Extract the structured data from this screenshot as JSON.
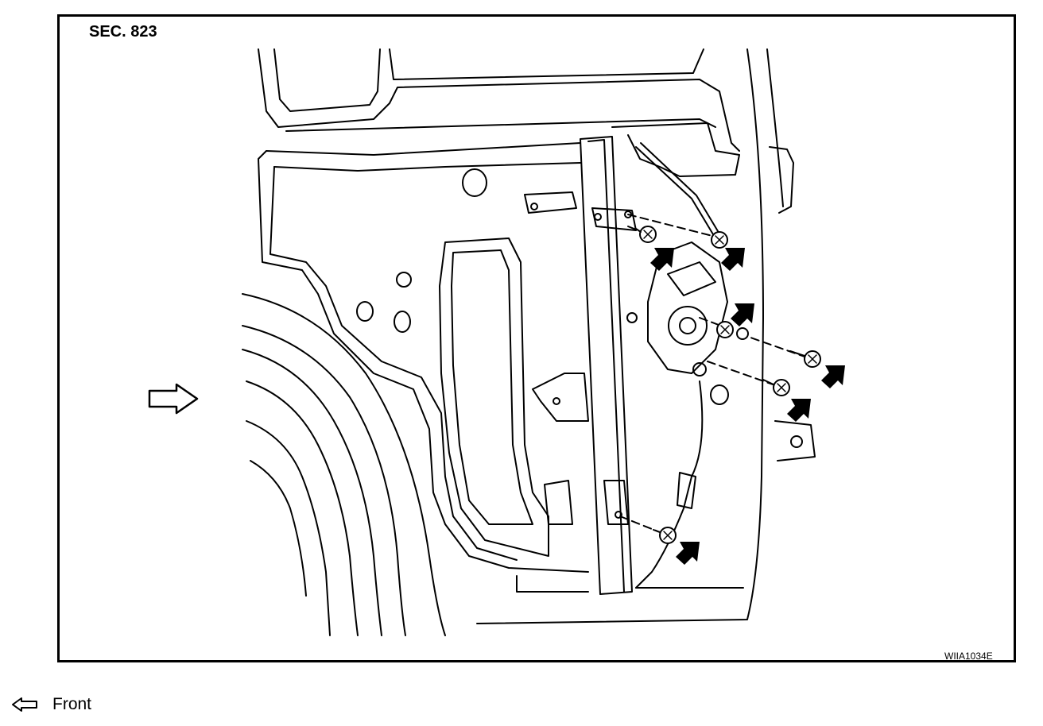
{
  "diagram": {
    "section_label": "SEC. 823",
    "figure_code": "WIIA1034E"
  },
  "legend": {
    "icon": "front-arrow-icon",
    "label": "Front"
  }
}
